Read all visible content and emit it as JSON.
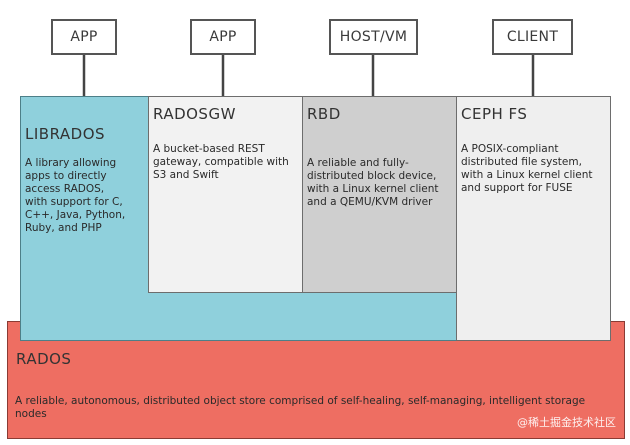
{
  "top_labels": [
    "APP",
    "APP",
    "HOST/VM",
    "CLIENT"
  ],
  "librados": {
    "title": "LIBRADOS",
    "description": "A library allowing apps to directly access RADOS, with support for C, C++, Java, Python, Ruby, and PHP"
  },
  "radosgw": {
    "title": "RADOSGW",
    "description": "A bucket-based REST gateway, compatible with S3 and Swift"
  },
  "rbd": {
    "title": "RBD",
    "description": "A reliable and fully-distributed block device, with a Linux kernel client and a QEMU/KVM driver"
  },
  "cephfs": {
    "title": "CEPH FS",
    "description": "A POSIX-compliant distributed file system, with a Linux kernel client and support for FUSE"
  },
  "rados": {
    "title": "RADOS",
    "description": "A reliable, autonomous, distributed object store comprised of self-healing, self-managing, intelligent storage nodes"
  },
  "watermark": "@稀土掘金技术社区",
  "colors": {
    "rados": "#ee6e62",
    "librados": "#8fd0dc",
    "radosgw": "#f2f2f2",
    "rbd": "#cfcfcf",
    "cephfs": "#efefef"
  }
}
